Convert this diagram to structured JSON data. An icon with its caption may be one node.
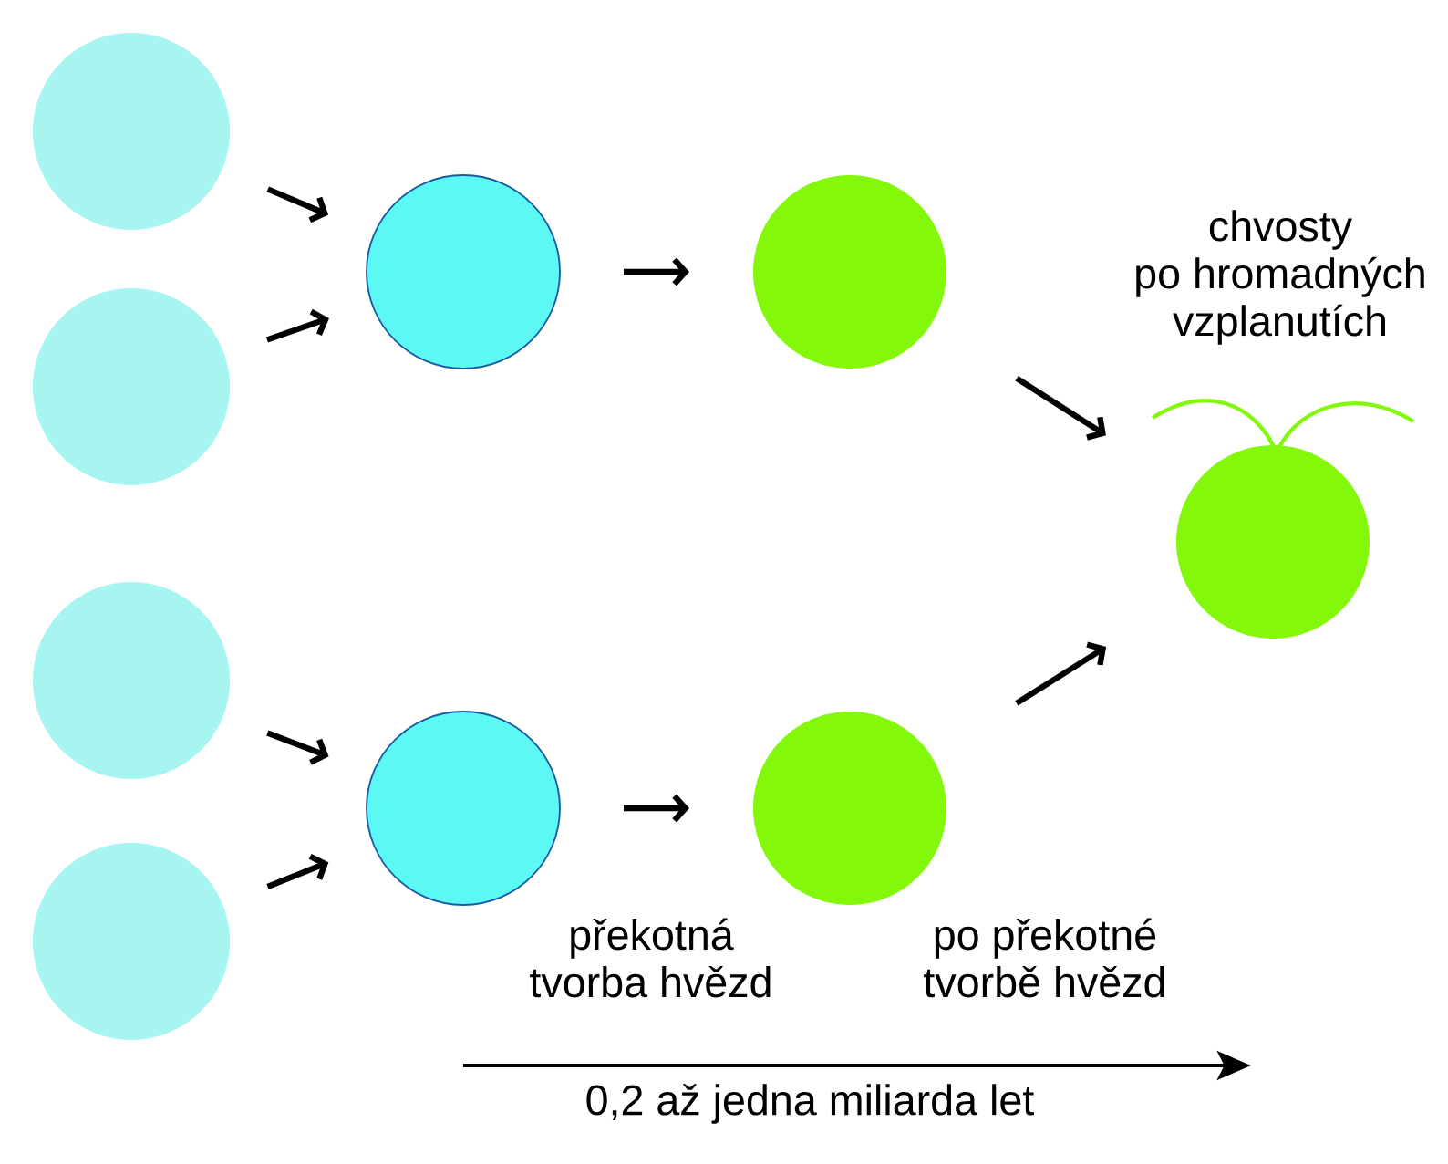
{
  "diagram": {
    "nodes": [
      {
        "text": [],
        "shape": "circle"
      },
      {
        "text": [],
        "shape": "circle"
      },
      {
        "text": [],
        "shape": "circle"
      },
      {
        "text": [],
        "shape": "circle"
      },
      {
        "text": [],
        "shape": "circle"
      },
      {
        "text": [],
        "shape": "circle",
        "beside": [
          "překotná tvorba hvězd"
        ]
      },
      {
        "text": [],
        "shape": "circle"
      },
      {
        "text": [],
        "shape": "circle",
        "beside": [
          "po překotné tvorbě hvězd"
        ]
      },
      {
        "text": [],
        "shape": "circle",
        "beside": [
          "chvosty po hromadných vzplanutích"
        ]
      }
    ],
    "edges": [
      {
        "from": 0,
        "to": 4,
        "arrow": "to"
      },
      {
        "from": 1,
        "to": 4,
        "arrow": "to"
      },
      {
        "from": 2,
        "to": 5,
        "arrow": "to"
      },
      {
        "from": 3,
        "to": 5,
        "arrow": "to"
      },
      {
        "from": 4,
        "to": 6,
        "arrow": "to"
      },
      {
        "from": 5,
        "to": 7,
        "arrow": "to"
      },
      {
        "from": 6,
        "to": 8,
        "arrow": "to"
      },
      {
        "from": 7,
        "to": 8,
        "arrow": "to"
      }
    ],
    "labels": [
      "0,2 až jedna miliarda let"
    ]
  }
}
